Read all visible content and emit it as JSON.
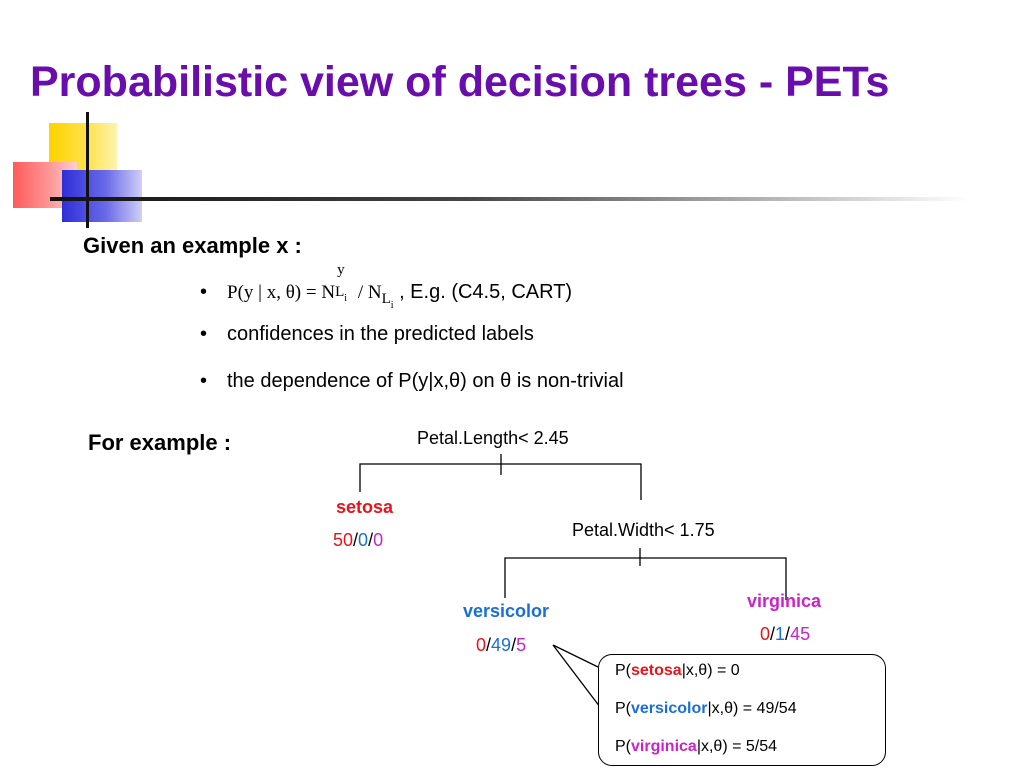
{
  "title": "Probabilistic view of decision trees - PETs",
  "given": {
    "heading": "Given an example x :",
    "formula": {
      "lhs": "P(y | x, θ) = N",
      "sup": "y",
      "sub": "L",
      "sub_index": "i",
      "slash": " / N",
      "sub2": "L",
      "sub2_index": "i",
      "tail": " , E.g. (C4.5, CART)"
    },
    "bullets": [
      "confidences in the predicted labels",
      "the dependence of P(y|x,θ) on θ is non-trivial"
    ]
  },
  "example": {
    "heading": "For example :",
    "root_split": "Petal.Length< 2.45",
    "child_split": "Petal.Width< 1.75",
    "leaves": {
      "setosa": {
        "name": "setosa",
        "c1": "50",
        "c2": "0",
        "c3": "0"
      },
      "versicolor": {
        "name": "versicolor",
        "c1": "0",
        "c2": "49",
        "c3": "5"
      },
      "virginica": {
        "name": "virginica",
        "c1": "0",
        "c2": "1",
        "c3": "45"
      }
    },
    "separator": "/",
    "probabilities": [
      {
        "prefix": "P(",
        "label": "setosa",
        "suffix": "|x,θ) = 0"
      },
      {
        "prefix": "P(",
        "label": "versicolor",
        "suffix": "|x,θ) = 49/54"
      },
      {
        "prefix": "P(",
        "label": "virginica",
        "suffix": "|x,θ) = 5/54"
      }
    ]
  },
  "colors": {
    "title": "#6a0dad",
    "setosa": "#e8141c",
    "versicolor": "#1a6fd6",
    "virginica": "#cc22cc"
  }
}
